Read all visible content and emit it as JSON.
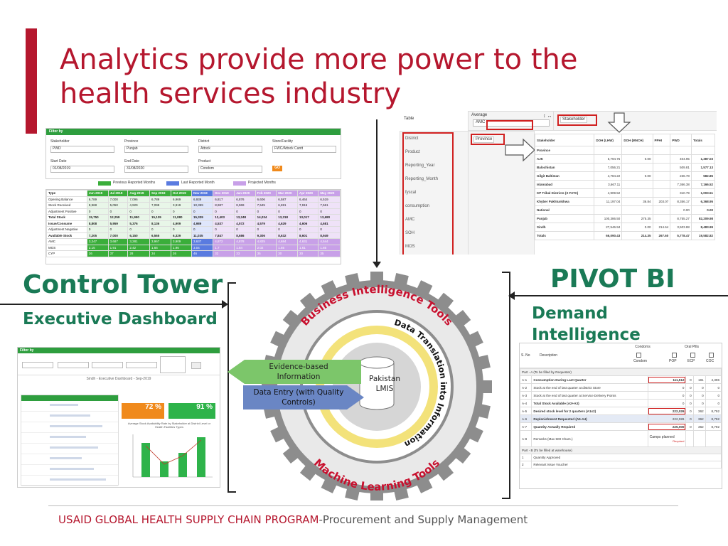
{
  "title": {
    "line1": "Analytics provide more power to the",
    "line2": "health services industry"
  },
  "left": {
    "heading": "Control Tower",
    "subheading": "Executive Dashboard",
    "filter_panel": {
      "header": "Filter by",
      "fields": [
        {
          "label": "Stakeholder",
          "value": "PWD"
        },
        {
          "label": "Province",
          "value": "Punjab"
        },
        {
          "label": "District",
          "value": "Attock"
        },
        {
          "label": "Store/Facility",
          "value": "FWC/Attock Cantt"
        },
        {
          "label": "Start Date",
          "value": "01/08/2019"
        },
        {
          "label": "End Date",
          "value": "31/08/2020"
        },
        {
          "label": "Product",
          "value": "Condom"
        }
      ],
      "go_label": "GO",
      "legend": [
        "Previous Reported Months",
        "Last Reported Month",
        "Projected Months"
      ]
    },
    "stock_table": {
      "header": [
        "Type",
        "Jun 2019",
        "Jul 2019",
        "Aug 2019",
        "Sep 2019",
        "Oct 2019",
        "Nov 2019",
        "Dec 2019",
        "Jan 2020",
        "Feb 2020",
        "Mar 2020",
        "Apr 2020",
        "May 2020"
      ],
      "rows": [
        [
          "Opening Balance",
          "6,789",
          "7,000",
          "7,096",
          "6,789",
          "6,969",
          "6,939",
          "6,817",
          "6,876",
          "6,606",
          "6,587",
          "6,464",
          "6,519"
        ],
        [
          "Stock Received",
          "8,968",
          "5,050",
          "4,929",
          "7,098",
          "3,919",
          "10,359",
          "8,987",
          "8,969",
          "7,545",
          "6,691",
          "7,915",
          "7,561"
        ],
        [
          "Adjustment Positive",
          "0",
          "0",
          "0",
          "0",
          "0",
          "0",
          "0",
          "0",
          "0",
          "0",
          "0",
          "0"
        ],
        [
          "Total Stock",
          "15,750",
          "12,259",
          "11,990",
          "15,139",
          "11,080",
          "15,339",
          "12,403",
          "13,248",
          "14,034",
          "13,318",
          "13,017",
          "13,680"
        ],
        [
          "Issue/Consume",
          "8,808",
          "5,959",
          "5,376",
          "8,136",
          "4,909",
          "4,989",
          "4,537",
          "4,572",
          "4,579",
          "4,629",
          "4,606",
          "4,681"
        ],
        [
          "Adjustment Negative",
          "0",
          "0",
          "0",
          "0",
          "0",
          "0",
          "0",
          "0",
          "0",
          "0",
          "0",
          "0"
        ],
        [
          "Available Stock",
          "7,205",
          "7,000",
          "6,150",
          "6,565",
          "6,329",
          "11,035",
          "7,847",
          "8,686",
          "9,306",
          "8,632",
          "8,601",
          "8,949"
        ],
        [
          "AMC",
          "3,247",
          "3,687",
          "3,281",
          "3,967",
          "3,909",
          "3,637",
          "4,872",
          "4,878",
          "4,825",
          "4,684",
          "4,631",
          "4,544"
        ],
        [
          "MOS",
          "2.15",
          "1.91",
          "2.42",
          "1.66",
          "1.96",
          "3.04",
          "1.7",
          "1.84",
          "2.02",
          "1.65",
          "1.61",
          "1.85"
        ],
        [
          "CYP",
          "26",
          "37",
          "28",
          "34",
          "26",
          "46",
          "32",
          "33",
          "35",
          "30",
          "30",
          "35"
        ]
      ]
    },
    "dashboard": {
      "header": "Filter by",
      "title": "Sindh - Executive Dashboard - Sep-2019",
      "kpi1": "72 %",
      "kpi2": "91 %",
      "chart_title": "Average Stock Availability Rate by Stakeholder at District Level or Health Facilities Types"
    }
  },
  "center": {
    "outer_top": "Business Intelligence Tools",
    "outer_bottom": "Machine Learning Tools",
    "inner_ring": "Data Translation into Information",
    "core": "Pakistan LMIS",
    "arrow_green": "Evidence-based Information",
    "arrow_blue": "Data Entry (with Quality Controls)"
  },
  "right": {
    "heading": "PIVOT BI",
    "subheading": "Demand Intelligence",
    "pivot": {
      "table_label": "Table",
      "agg": "Average",
      "measure": "AMC",
      "col_field": "Stakeholder",
      "row_field": "Province",
      "fields": [
        "District",
        "Product",
        "Reporting_Year",
        "Reporting_Month",
        "fyscal",
        "consumption",
        "AMC",
        "SOH",
        "MOS"
      ],
      "header": [
        "Stakeholder",
        "DOH (LHW)",
        "DOH (MNCH)",
        "PPHI",
        "PWD",
        "Totals"
      ],
      "rows": [
        [
          "Province",
          "",
          "",
          "",
          "",
          ""
        ],
        [
          "AJK",
          "5,794.75",
          "0.00",
          "",
          "404.95",
          "1,387.03"
        ],
        [
          "Balochistan",
          "7,056.21",
          "",
          "",
          "509.81",
          "1,577.13"
        ],
        [
          "Gilgit Baltistan",
          "4,784.22",
          "0.00",
          "",
          "236.78",
          "582.85"
        ],
        [
          "Islamabad",
          "3,667.11",
          "",
          "",
          "7,366.38",
          "7,166.52"
        ],
        [
          "KP Tribal Districts (X FATA)",
          "4,909.52",
          "",
          "",
          "310.79",
          "1,003.51"
        ],
        [
          "Khyber Pakhtunkhwa",
          "11,197.04",
          "36.84",
          "203.07",
          "8,356.17",
          "6,368.95"
        ],
        [
          "National",
          "",
          "",
          "",
          "0.00",
          "0.00"
        ],
        [
          "Punjab",
          "100,386.50",
          "275.35",
          "",
          "8,755.27",
          "82,209.98"
        ],
        [
          "Sindh",
          "27,546.94",
          "0.00",
          "214.64",
          "3,503.88",
          "8,483.99"
        ],
        [
          "Totals",
          "66,090.43",
          "214.35",
          "267.60",
          "5,778.47",
          "19,582.82"
        ]
      ]
    },
    "demand": {
      "group_headers": [
        "Condoms",
        "Oral Pills"
      ],
      "columns": [
        "S. No",
        "Description",
        "Condom",
        "POP",
        "ECP",
        "COC"
      ],
      "part_a": "Part - A (To be filled by Requester)",
      "rows": [
        [
          "A-1",
          "Consumption During Last Quarter",
          "111,512",
          "0",
          "181",
          "4,396"
        ],
        [
          "A-2",
          "Stock at the end of last quarter at district Store",
          "0",
          "0",
          "0",
          "0"
        ],
        [
          "A-3",
          "Stock at the end of last quarter at Service Delivery Points",
          "0",
          "0",
          "0",
          "0"
        ],
        [
          "A-4",
          "Total Stock Available (A2+A3)",
          "0",
          "0",
          "0",
          "0"
        ],
        [
          "A-5",
          "Desired stock level for 2 quarters (A1x2)",
          "222,026",
          "0",
          "362",
          "8,792"
        ],
        [
          "A-6",
          "Replenishment Requested (A5-A4)",
          "222,026",
          "0",
          "362",
          "8,792"
        ],
        [
          "A-7",
          "Quantity Actually Required",
          "225,000",
          "0",
          "362",
          "8,792"
        ],
        [
          "A-8",
          "Remarks (Max 500 Chars.)",
          "Camps planned",
          "",
          "",
          ""
        ]
      ],
      "required": "Required",
      "part_b": "Part - B (To be filled at warehouse)",
      "rows_b": [
        [
          "1",
          "Quantity Approved"
        ],
        [
          "2",
          "Relevant Issue Voucher"
        ]
      ]
    }
  },
  "footer": {
    "emph": "USAID GLOBAL HEALTH SUPPLY CHAIN PROGRAM",
    "rest": "-Procurement and Supply Management"
  },
  "colors": {
    "accent": "#b5172e",
    "heading_green": "#1a7a56",
    "gear_red": "#c8102e",
    "arrow_green": "#7cc66a",
    "arrow_blue": "#6a86c4"
  }
}
